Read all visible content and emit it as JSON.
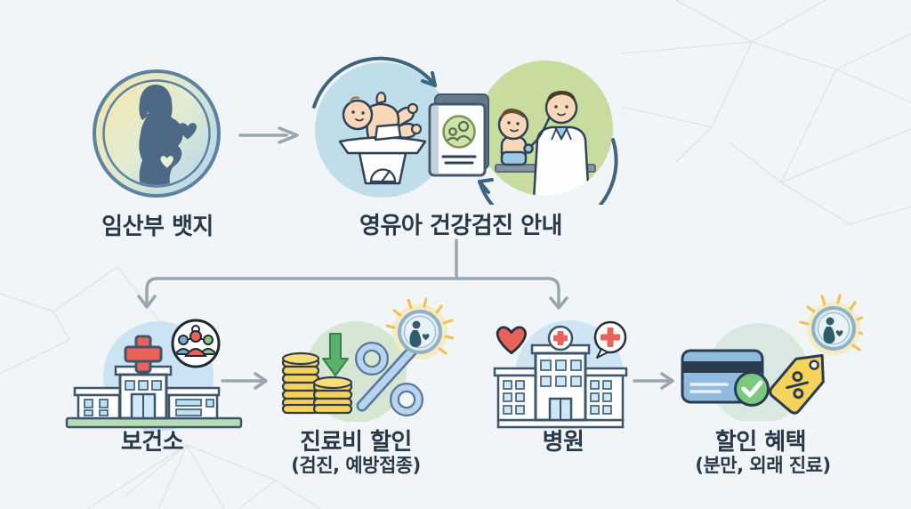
{
  "nodes": {
    "pregnant_badge": {
      "label": "임산부 뱃지"
    },
    "checkup_guide": {
      "label": "영유아 건강검진 안내"
    },
    "health_center": {
      "label": "보건소"
    },
    "fee_discount": {
      "label": "진료비 할인",
      "sublabel": "(검진, 예방접종)"
    },
    "hospital": {
      "label": "병원"
    },
    "discount_benefit": {
      "label": "할인 혜택",
      "sublabel": "(분만, 외래 진료)"
    }
  },
  "icons": {
    "pregnant_badge": "pregnant-woman-silhouette-badge-icon",
    "checkup_left": "baby-on-scale-icon",
    "checkup_center": "health-guide-booklet-icon",
    "checkup_right": "doctor-examining-child-icon",
    "cycle": "cycle-arrows-icon",
    "health_center_main": "health-center-building-icon",
    "health_center_badge": "people-group-badge-icon",
    "fee_discount_coins": "coin-stacks-icon",
    "fee_discount_arrow": "green-down-arrow-icon",
    "fee_discount_percent": "percent-icon",
    "fee_discount_badge": "pregnant-badge-glow-icon",
    "hospital_main": "hospital-building-icon",
    "hospital_heart": "heart-icon",
    "hospital_bubble": "medical-cross-speech-bubble-icon",
    "benefit_card": "credit-card-icon",
    "benefit_check": "check-circle-icon",
    "benefit_tag": "discount-percent-tag-icon",
    "benefit_badge": "pregnant-badge-glow-icon"
  },
  "palette": {
    "background": "#f1f5f7",
    "pattern_line": "#dce3e9",
    "text": "#28394a",
    "flow_arrow": "#9aa6ae",
    "cycle_arrow": "#3d657f",
    "badge_ring": "#5c82a0",
    "silhouette": "#4d6986",
    "venn_blue": "#bfdeea",
    "venn_green": "#c8dca0",
    "outline_dark": "#3d566e",
    "red": "#e8625a",
    "window_blue": "#cfe6f4",
    "base_green": "#b7dcb2",
    "coin_yellow": "#f6d35c",
    "green_arrow": "#58b368",
    "percent_blue": "#b9d4ec",
    "percent_stroke": "#55799c",
    "glow_yellow": "#f7e9b5",
    "ray_yellow": "#f0c24b",
    "card_blue": "#8fbbdf",
    "navy": "#2b3b50",
    "check_green": "#7dc87f",
    "skin": "#f8d8b8"
  }
}
